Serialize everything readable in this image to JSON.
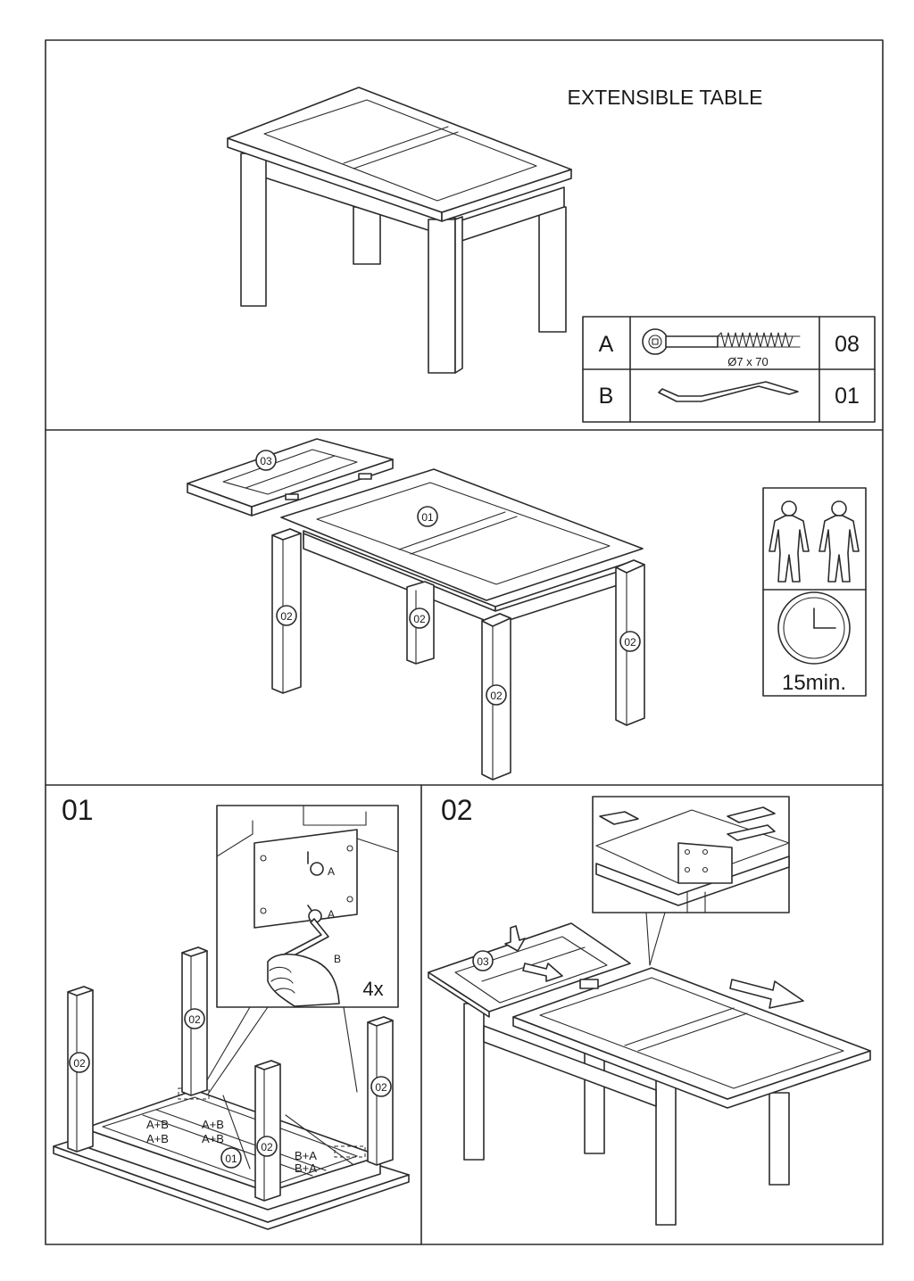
{
  "title": "EXTENSIBLE TABLE",
  "hardware": [
    {
      "letter": "A",
      "spec": "Ø7 x 70",
      "qty": "08",
      "icon": "bolt-icon"
    },
    {
      "letter": "B",
      "spec": "",
      "qty": "01",
      "icon": "allen-key-icon"
    }
  ],
  "parts": {
    "top": "01",
    "leg": "02",
    "leaf": "03"
  },
  "assembly_time": "15min.",
  "steps": [
    {
      "number": "01",
      "repeat": "4x",
      "label_a": "A",
      "label_b": "B",
      "joint_ab": "A+B",
      "joint_ba": "B+A"
    },
    {
      "number": "02"
    }
  ]
}
